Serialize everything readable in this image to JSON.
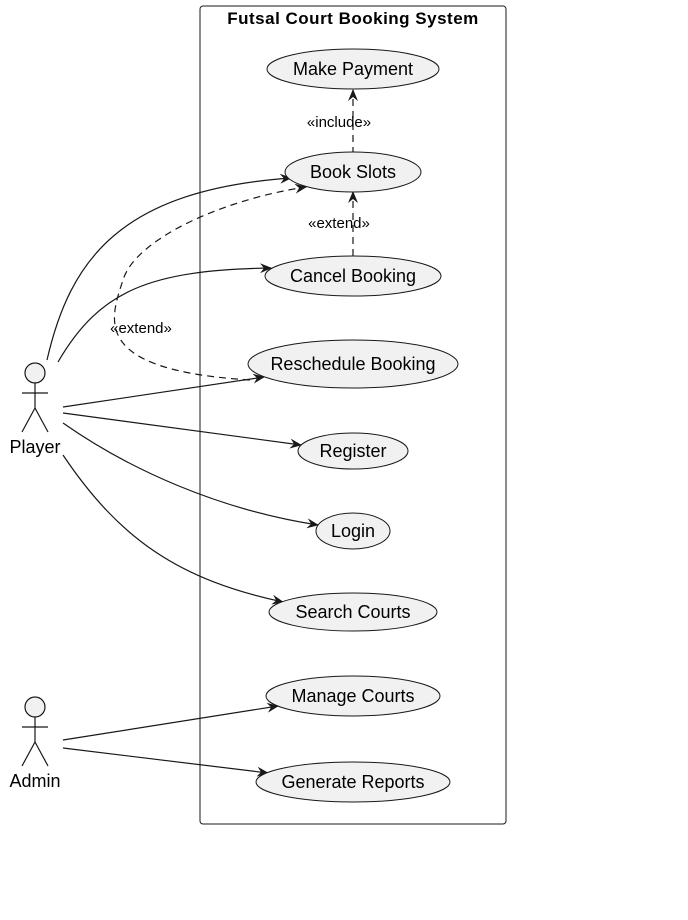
{
  "diagram": {
    "type": "use-case",
    "system": {
      "title": "Futsal Court Booking System"
    },
    "actors": [
      {
        "id": "player",
        "label": "Player"
      },
      {
        "id": "admin",
        "label": "Admin"
      }
    ],
    "use_cases": [
      {
        "id": "make-payment",
        "label": "Make Payment"
      },
      {
        "id": "book-slots",
        "label": "Book Slots"
      },
      {
        "id": "cancel-booking",
        "label": "Cancel Booking"
      },
      {
        "id": "reschedule-booking",
        "label": "Reschedule Booking"
      },
      {
        "id": "register",
        "label": "Register"
      },
      {
        "id": "login",
        "label": "Login"
      },
      {
        "id": "search-courts",
        "label": "Search Courts"
      },
      {
        "id": "manage-courts",
        "label": "Manage Courts"
      },
      {
        "id": "generate-reports",
        "label": "Generate Reports"
      }
    ],
    "relationships": [
      {
        "from": "player",
        "to": "book-slots",
        "kind": "association"
      },
      {
        "from": "player",
        "to": "cancel-booking",
        "kind": "association"
      },
      {
        "from": "player",
        "to": "reschedule-booking",
        "kind": "association"
      },
      {
        "from": "player",
        "to": "register",
        "kind": "association"
      },
      {
        "from": "player",
        "to": "login",
        "kind": "association"
      },
      {
        "from": "player",
        "to": "search-courts",
        "kind": "association"
      },
      {
        "from": "admin",
        "to": "manage-courts",
        "kind": "association"
      },
      {
        "from": "admin",
        "to": "generate-reports",
        "kind": "association"
      },
      {
        "from": "book-slots",
        "to": "make-payment",
        "kind": "include",
        "label": "«include»"
      },
      {
        "from": "cancel-booking",
        "to": "book-slots",
        "kind": "extend",
        "label": "«extend»"
      },
      {
        "from": "reschedule-booking",
        "to": "book-slots",
        "kind": "extend",
        "label": "«extend»"
      }
    ],
    "colors": {
      "use_case_fill": "#f1f1f1",
      "stroke": "#181818",
      "actor_fill": "#f1f1f1",
      "background": "#ffffff"
    }
  }
}
